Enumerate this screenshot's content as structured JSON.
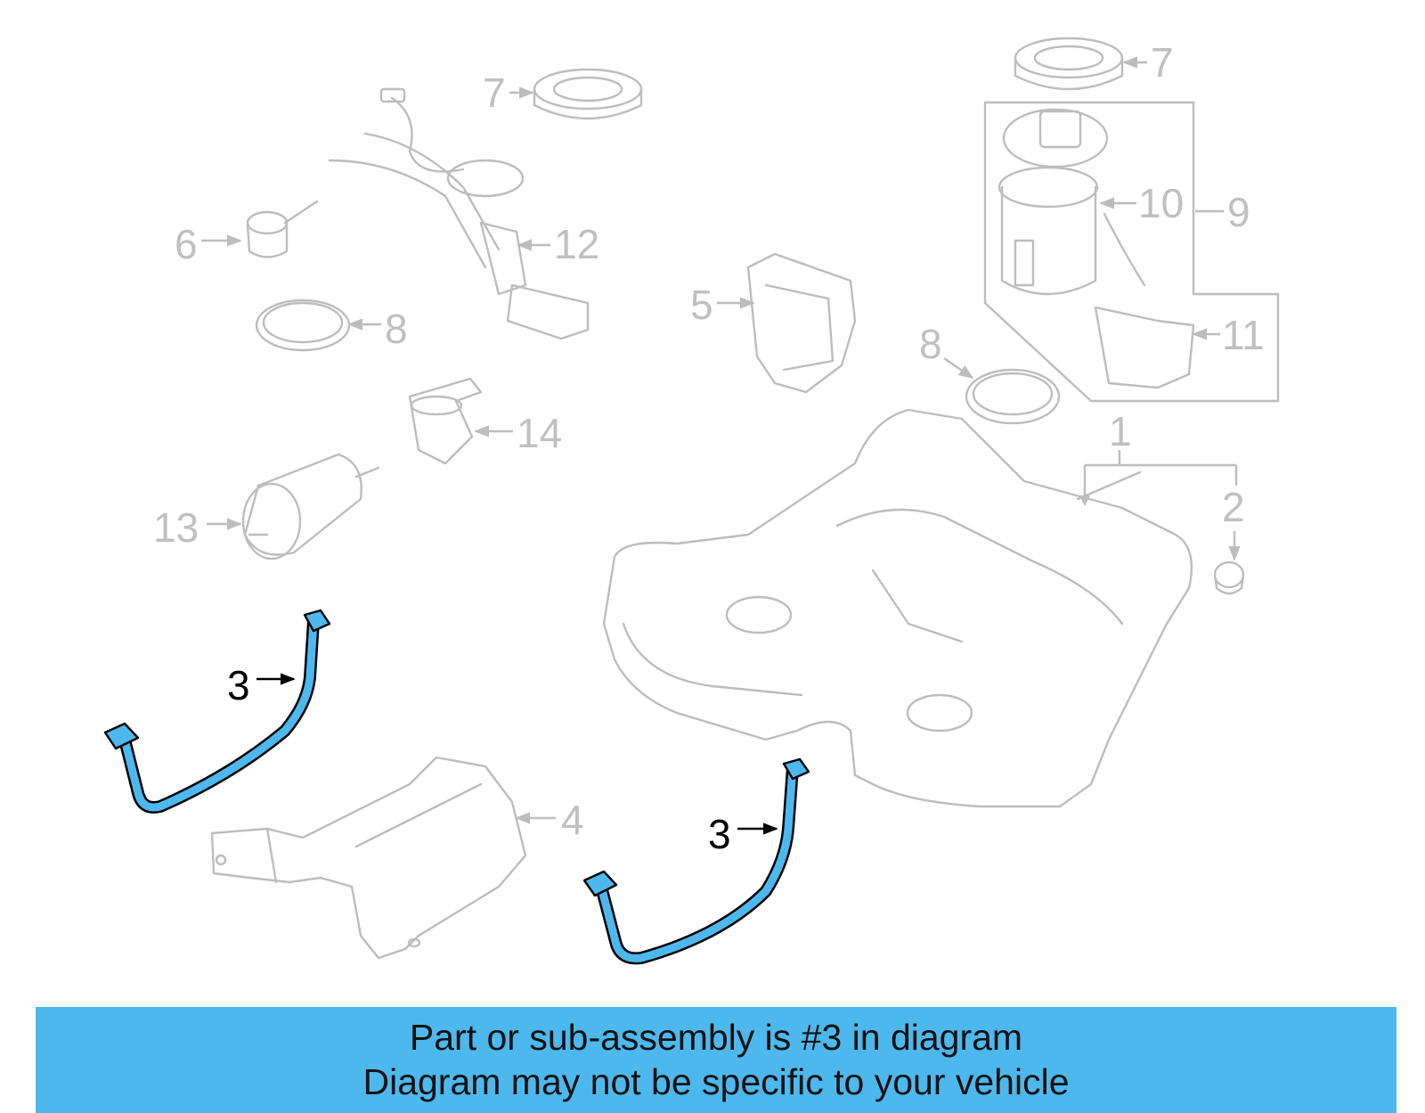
{
  "caption": {
    "line1": "Part or sub-assembly is #3 in diagram",
    "line2": "Diagram may not be specific to your vehicle",
    "background_color": "#4db8ee",
    "text_color": "#111111"
  },
  "highlight_color": "#4db8ee",
  "callouts": {
    "c1": "1",
    "c2": "2",
    "c3a": "3",
    "c3b": "3",
    "c4": "4",
    "c5": "5",
    "c6": "6",
    "c7a": "7",
    "c7b": "7",
    "c8a": "8",
    "c8b": "8",
    "c9": "9",
    "c10": "10",
    "c11": "11",
    "c12": "12",
    "c13": "13",
    "c14": "14"
  }
}
